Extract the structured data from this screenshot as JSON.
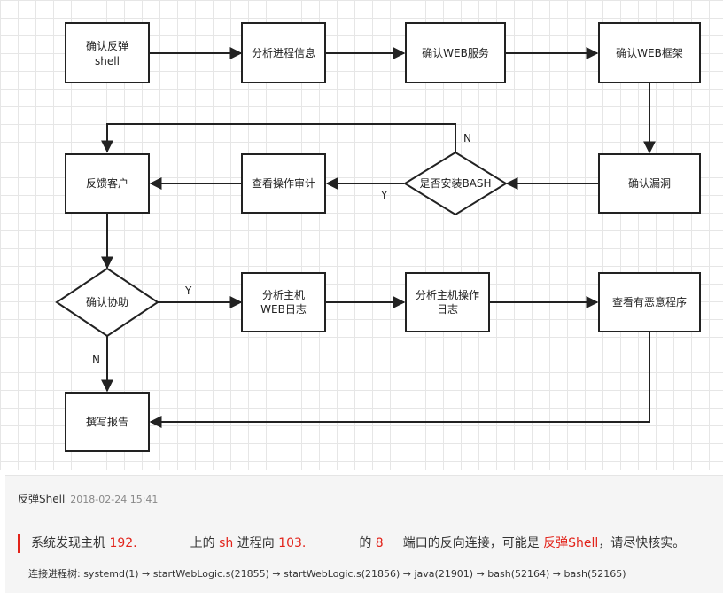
{
  "diagram": {
    "nodes": {
      "confirm_shell": [
        "确认反弹",
        "shell"
      ],
      "analyze_process": [
        "分析进程信息"
      ],
      "confirm_web_service": [
        "确认WEB服务"
      ],
      "confirm_web_framework": [
        "确认WEB框架"
      ],
      "confirm_vuln": [
        "确认漏洞"
      ],
      "is_bash_installed": [
        "是否安装BASH"
      ],
      "check_audit": [
        "查看操作审计"
      ],
      "feedback_customer": [
        "反馈客户"
      ],
      "confirm_assist": [
        "确认协助"
      ],
      "analyze_web_log": [
        "分析主机",
        "WEB日志"
      ],
      "analyze_op_log": [
        "分析主机操作",
        "日志"
      ],
      "check_malware": [
        "查看有恶意程序"
      ],
      "write_report": [
        "撰写报告"
      ]
    },
    "edge_labels": {
      "bash_no": "N",
      "bash_yes": "Y",
      "assist_yes": "Y",
      "assist_no": "N"
    }
  },
  "alert": {
    "title": "反弹Shell",
    "timestamp": "2018-02-24 15:41",
    "message": {
      "prefix": "系统发现主机 ",
      "host_ip": "192.",
      "on_text": "上的 ",
      "process": "sh",
      "to_text": " 进程向 ",
      "target_ip": "103.",
      "of_text": "的 ",
      "port": "8",
      "port_suffix": "端口的反向连接，可能是 ",
      "type": "反弹Shell",
      "ending": "，请尽快核实。"
    },
    "process_chain": "连接进程树: systemd(1) → startWebLogic.s(21855) → startWebLogic.s(21856) → java(21901) → bash(52164) → bash(52165)"
  },
  "colors": {
    "accent_red": "#e2231a",
    "stroke": "#222222"
  }
}
